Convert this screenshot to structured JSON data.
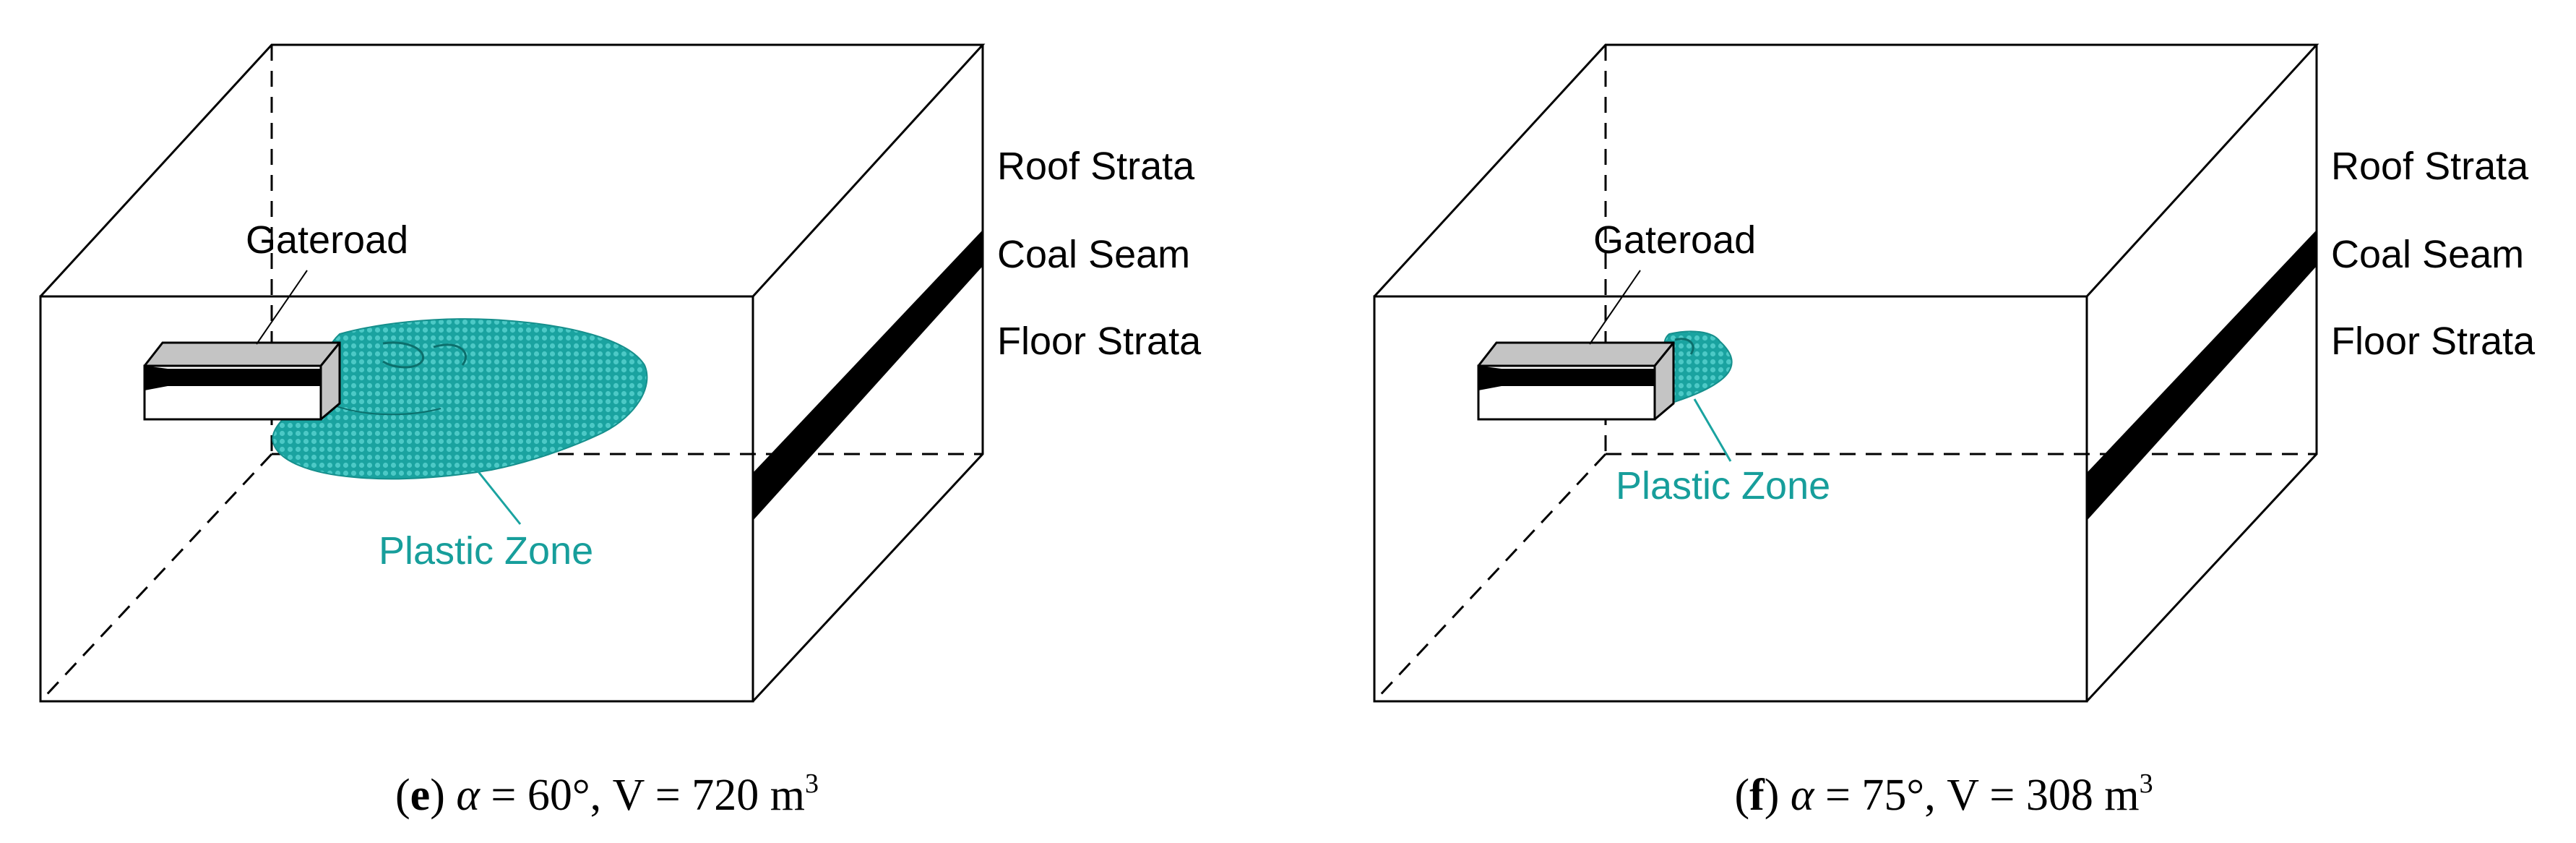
{
  "colors": {
    "plastic_zone": "#1aa3a0",
    "plastic_zone_label": "#179e9b",
    "coal_seam": "#000000",
    "gateroad_fill": "#c4c4c4"
  },
  "panels": [
    {
      "labels": {
        "roof": "Roof Strata",
        "coal": "Coal Seam",
        "floor": "Floor Strata",
        "gateroad": "Gateroad",
        "plastic_zone": "Plastic Zone"
      },
      "caption": {
        "letter": "e",
        "open": "(",
        "close": ")",
        "alpha": "α",
        "rest": " = 60°, V = 720 m",
        "sup": "3"
      }
    },
    {
      "labels": {
        "roof": "Roof Strata",
        "coal": "Coal Seam",
        "floor": "Floor Strata",
        "gateroad": "Gateroad",
        "plastic_zone": "Plastic Zone"
      },
      "caption": {
        "letter": "f",
        "open": "(",
        "close": ")",
        "alpha": "α",
        "rest": " = 75°, V = 308 m",
        "sup": "3"
      }
    }
  ]
}
